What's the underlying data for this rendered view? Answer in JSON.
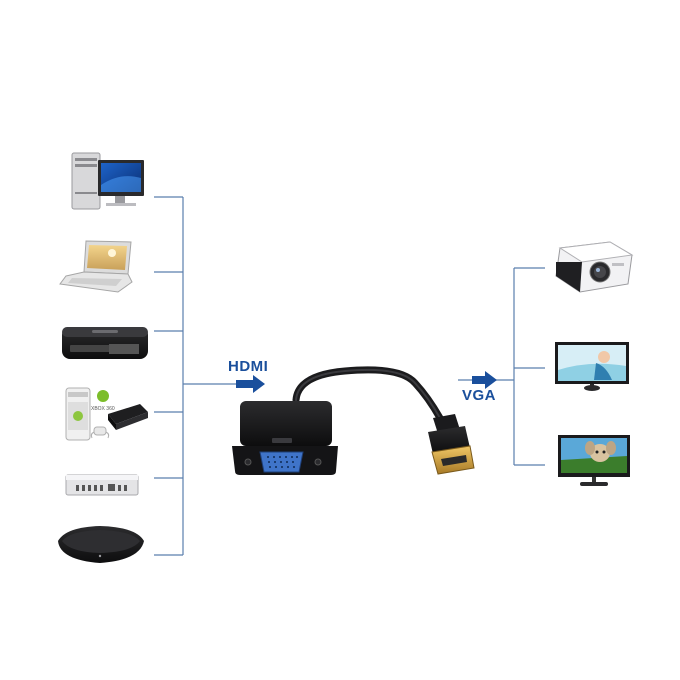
{
  "labels": {
    "hdmi": "HDMI",
    "vga": "VGA"
  },
  "sources": [
    {
      "icon": "desktop-computer-icon"
    },
    {
      "icon": "laptop-icon"
    },
    {
      "icon": "apple-tv-icon"
    },
    {
      "icon": "xbox-360-ps3-console-icon",
      "text": "XBOX 360"
    },
    {
      "icon": "mac-mini-icon"
    },
    {
      "icon": "set-top-box-icon"
    }
  ],
  "outputs": [
    {
      "icon": "projector-icon"
    },
    {
      "icon": "lcd-monitor-icon"
    },
    {
      "icon": "tv-display-icon"
    }
  ],
  "adapter": {
    "icon": "hdmi-to-vga-adapter-icon"
  },
  "colors": {
    "connector_line": "#5b7fae",
    "arrow": "#1a4f9c",
    "label": "#1a4f9c",
    "adapter_body": "#1d1d1f",
    "vga_port": "#3f74c9",
    "hdmi_tip": "#d9a441"
  }
}
